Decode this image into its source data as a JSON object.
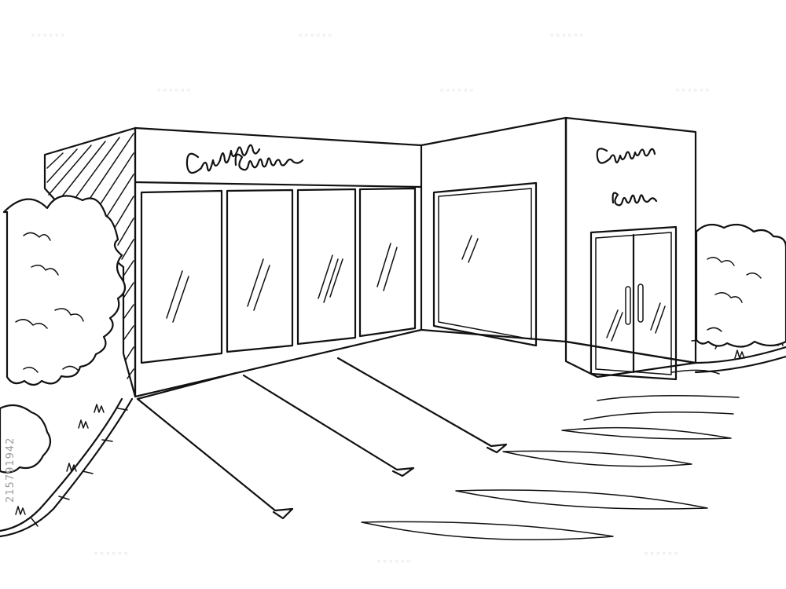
{
  "image": {
    "subject": "storefront-building-sketch",
    "background_color": "#ffffff",
    "ink_color": "#111111"
  },
  "watermark": {
    "stock_id": "215791942",
    "pattern_text": "ᵒᵒᵒᵒᵒᵒ"
  },
  "icons": {
    "tree_left": "tree-icon",
    "bush_right": "bush-icon",
    "signage": "handwritten-sign"
  }
}
